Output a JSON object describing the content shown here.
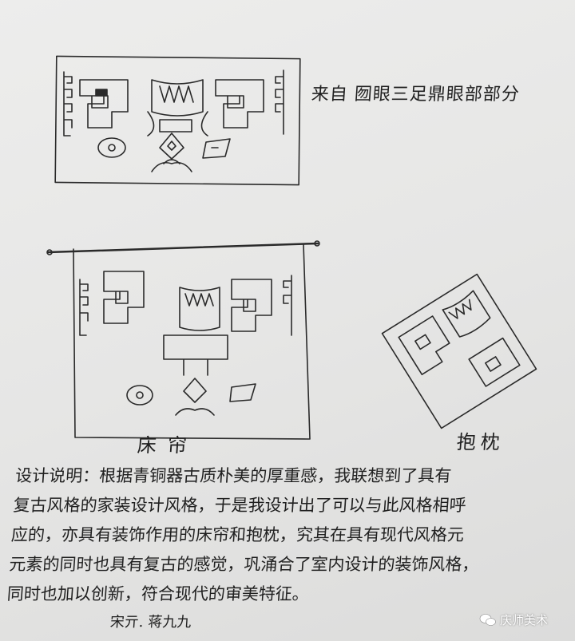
{
  "top_caption": "来自 囫眼三足鼎眼部部分",
  "labels": {
    "curtain": "床帘",
    "pillow": "抱枕"
  },
  "description": {
    "lines": [
      "设计说明：根据青铜器古质朴美的厚重感，我联想到了具有",
      "复古风格的家装设计风格，于是我设计出了可以与此风格相呼",
      "应的，亦具有装饰作用的床帘和抱枕，究其在具有现代风格元",
      "元素的同时也具有复古的感觉，巩涌合了室内设计的装饰风格，",
      "同时也加以创新，符合现代的审美特征。"
    ]
  },
  "signature": "宋亓. 蒋九九",
  "watermark": {
    "text": "庆师美术",
    "icon": "wechat-icon"
  }
}
